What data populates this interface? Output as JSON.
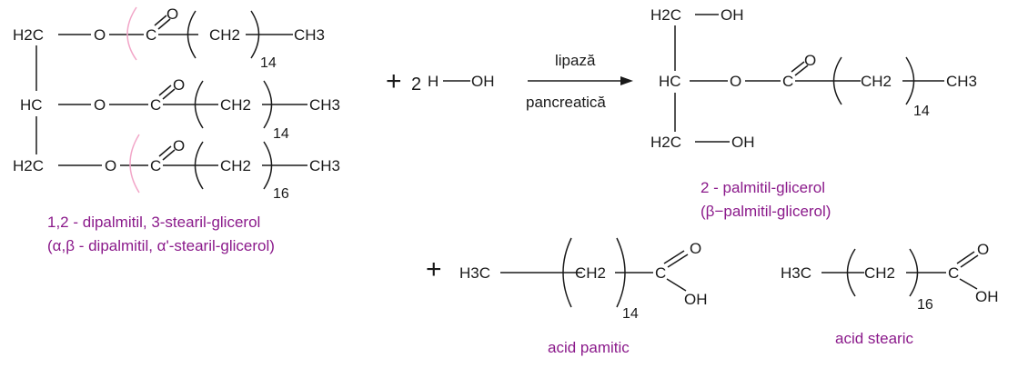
{
  "labels": {
    "h2c": "H2C",
    "hc": "HC",
    "o": "O",
    "c": "C",
    "ch2": "CH2",
    "ch3": "CH3",
    "h3c": "H3C",
    "oh": "OH",
    "h": "H",
    "n14": "14",
    "n16": "16",
    "two": "2",
    "plus": "+"
  },
  "reaction": {
    "enzyme_top": "lipază",
    "enzyme_bottom": "pancreatică"
  },
  "captions": {
    "triglyceride_line1": "1,2 - dipalmitil, 3-stearil-glicerol",
    "triglyceride_line2": "(α,β - dipalmitil, α'-stearil-glicerol)",
    "monoglyceride_line1": "2 - palmitil-glicerol",
    "monoglyceride_line2": "(β−palmitil-glicerol)",
    "palmitic_acid": "acid pamitic",
    "stearic_acid": "acid stearic"
  },
  "colors": {
    "caption": "#8b1a8b",
    "highlight": "#f2a6c8",
    "ink": "#1a1a1a"
  }
}
